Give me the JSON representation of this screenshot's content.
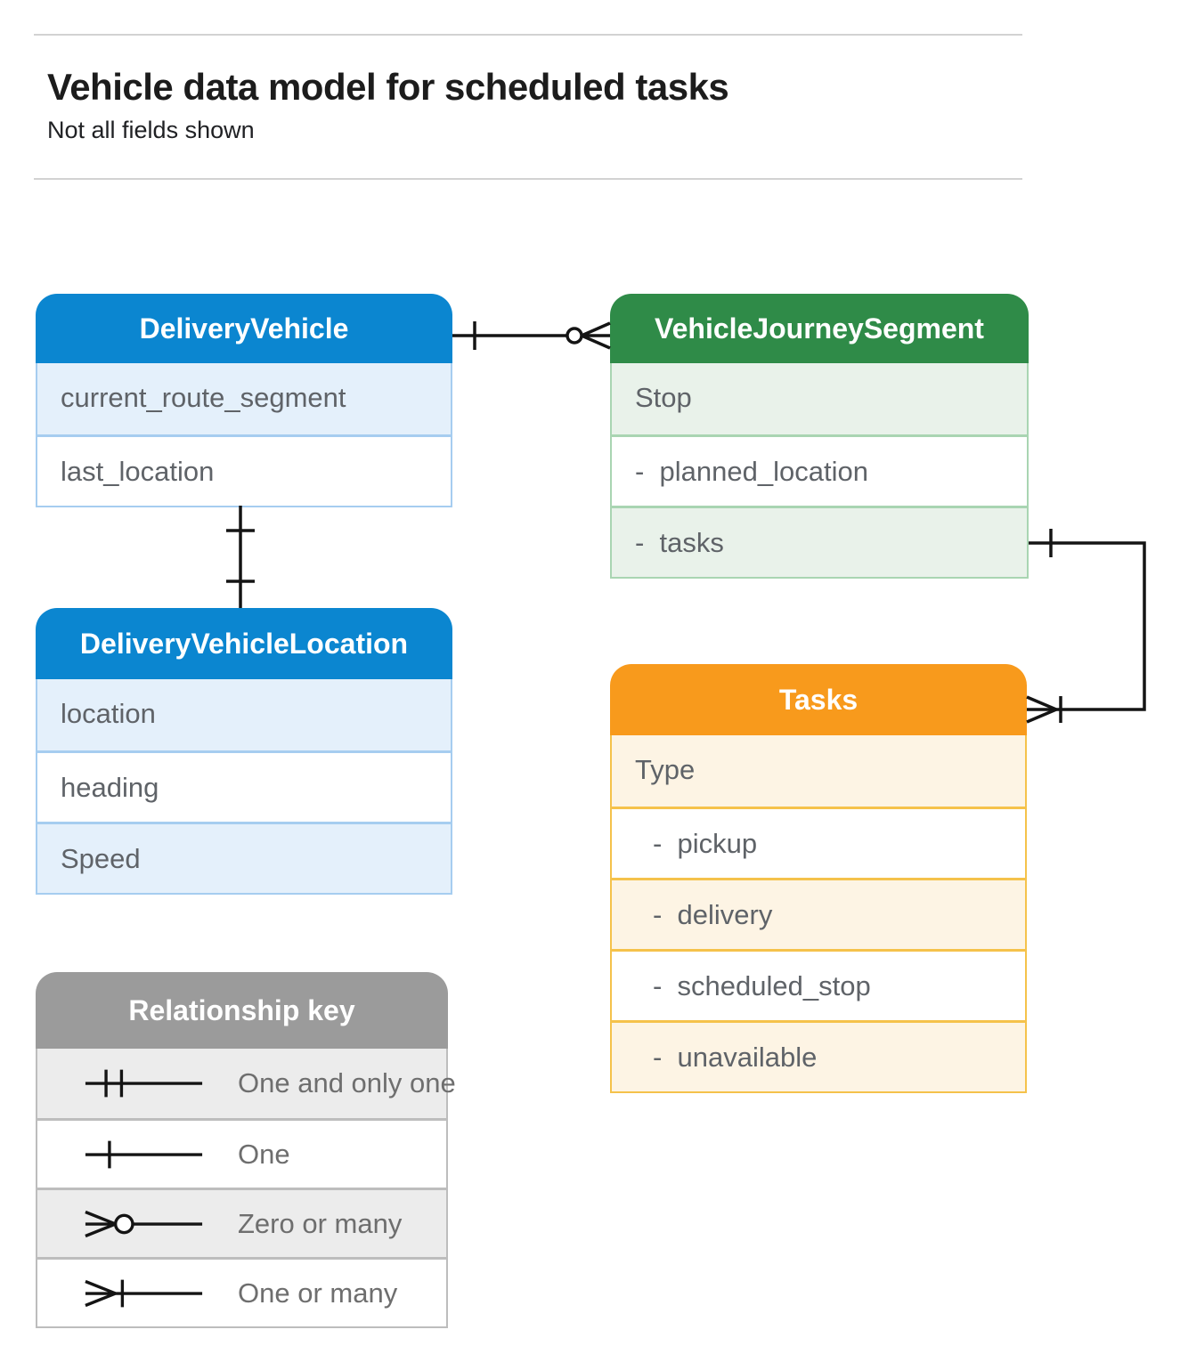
{
  "page": {
    "title": "Vehicle data model for scheduled tasks",
    "subtitle": "Not all fields shown"
  },
  "entities": [
    {
      "id": "delivery-vehicle",
      "title": "DeliveryVehicle",
      "rows": [
        {
          "text": "current_route_segment"
        },
        {
          "text": "last_location"
        }
      ]
    },
    {
      "id": "vehicle-journey-segment",
      "title": "VehicleJourneySegment",
      "rows": [
        {
          "text": "Stop"
        },
        {
          "text": "-  planned_location"
        },
        {
          "text": "-  tasks"
        }
      ]
    },
    {
      "id": "delivery-vehicle-location",
      "title": "DeliveryVehicleLocation",
      "rows": [
        {
          "text": "location"
        },
        {
          "text": "heading"
        },
        {
          "text": "Speed"
        }
      ]
    },
    {
      "id": "tasks",
      "title": "Tasks",
      "rows": [
        {
          "text": "Type"
        },
        {
          "text": "-  pickup"
        },
        {
          "text": "-  delivery"
        },
        {
          "text": "-  scheduled_stop"
        },
        {
          "text": "-  unavailable"
        }
      ]
    }
  ],
  "relationships": [
    {
      "from": "DeliveryVehicle",
      "to": "VehicleJourneySegment",
      "from_end": "one",
      "to_end": "zero-or-many"
    },
    {
      "from": "DeliveryVehicle",
      "to": "DeliveryVehicleLocation",
      "from_end": "one",
      "to_end": "one"
    },
    {
      "from": "VehicleJourneySegment",
      "to": "Tasks",
      "from_end": "one",
      "to_end": "one-or-many"
    }
  ],
  "legend": {
    "title": "Relationship key",
    "items": [
      {
        "symbol": "one-and-only-one-icon",
        "label": "One and only one"
      },
      {
        "symbol": "one-icon",
        "label": "One"
      },
      {
        "symbol": "zero-or-many-icon",
        "label": "Zero or many"
      },
      {
        "symbol": "one-or-many-icon",
        "label": "One or many"
      }
    ]
  },
  "colors": {
    "blue_header": "#0b86d0",
    "blue_row": "#e4f0fb",
    "blue_border": "#a6cdf0",
    "green_header": "#2f8b48",
    "green_row": "#e9f2ea",
    "green_border": "#a9d5b2",
    "orange_header": "#f89a1c",
    "orange_row": "#fdf4e4",
    "orange_border": "#f5c24b",
    "gray_header": "#9b9b9b",
    "gray_row": "#ececec",
    "gray_border": "#bdbdbd",
    "row_text": "#5f6368",
    "connector": "#141414"
  }
}
